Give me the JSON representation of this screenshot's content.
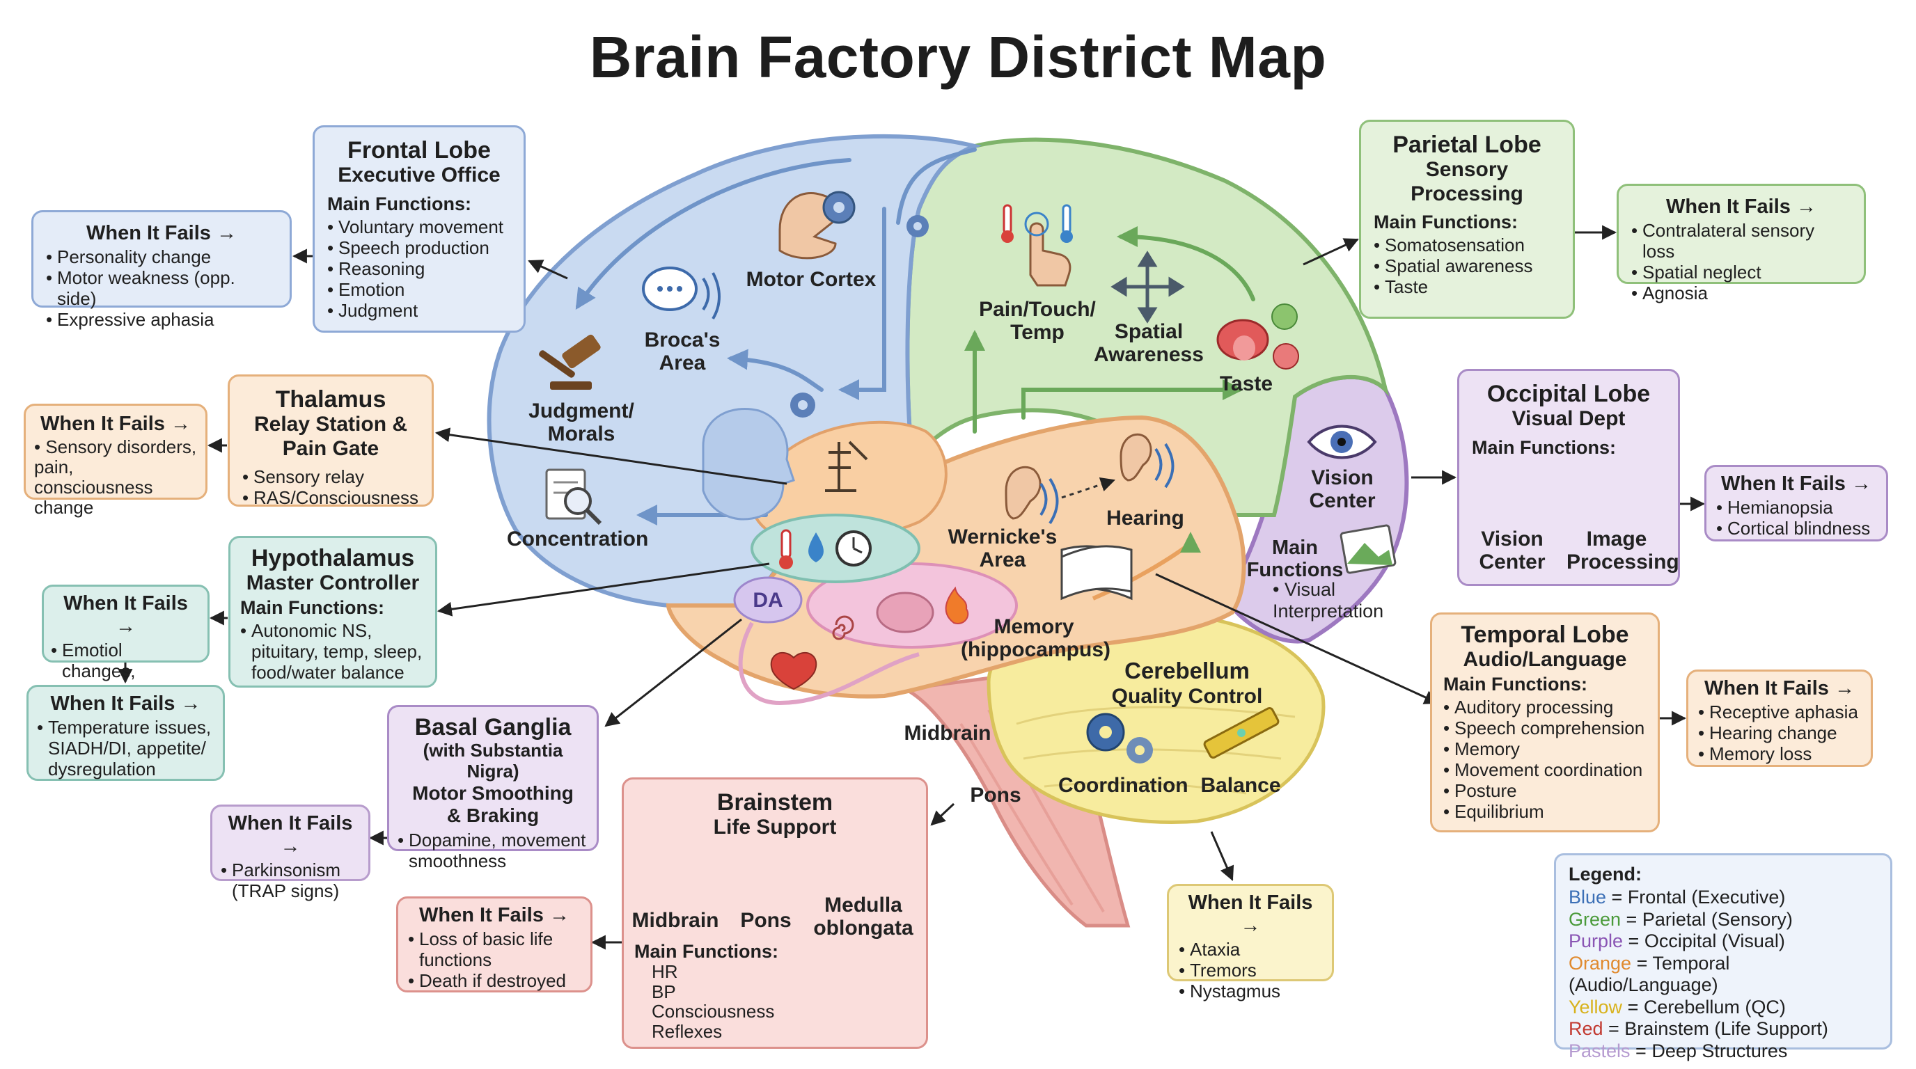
{
  "title": "Brain Factory District Map",
  "colors": {
    "frontal": "#c9daf1",
    "parietal": "#d3eac4",
    "occipital": "#dccbeb",
    "temporal": "#f8d3ad",
    "cerebellum": "#f7ec9e",
    "brainstem": "#f1b6b0",
    "thalamus": "#f9cfa3",
    "hypothalamus": "#bfe3dc",
    "limbic": "#f3c4dc"
  },
  "frontal": {
    "title": "Frontal Lobe",
    "subtitle": "Executive Office",
    "mf": "Main Functions:",
    "items": [
      "Voluntary movement",
      "Speech production",
      "Reasoning",
      "Emotion",
      "Judgment"
    ]
  },
  "frontal_fail": {
    "title": "When It Fails →",
    "items": [
      "Personality change",
      "Motor weakness (opp. side)",
      "Expressive aphasia"
    ]
  },
  "thalamus": {
    "title": "Thalamus",
    "subtitle": "Relay Station & Pain Gate",
    "items": [
      "Sensory relay",
      "RAS/Consciousness"
    ]
  },
  "thalamus_fail": {
    "title": "When It Fails →",
    "items": [
      "Sensory disorders, pain, consciousness change"
    ]
  },
  "hypothalamus": {
    "title": "Hypothalamus",
    "subtitle": "Master Controller",
    "mf": "Main Functions:",
    "items": [
      "Autonomic NS, pituitary, temp, sleep, food/water balance"
    ]
  },
  "hypo_fail1": {
    "title": "When It Fails →",
    "items": [
      "Emotiol changes, memory loss"
    ]
  },
  "hypo_fail2": {
    "title": "When It Fails →",
    "items": [
      "Temperature issues, SIADH/DI, appetite/ dysregulation"
    ]
  },
  "basal": {
    "title": "Basal Ganglia",
    "line1": "(with Substantia Nigra)",
    "line2": "Motor Smoothing",
    "line3": "& Braking",
    "items": [
      "Dopamine, movement smoothness"
    ]
  },
  "basal_fail": {
    "title": "When It Fails →",
    "items": [
      "Parkinsonism (TRAP signs)"
    ]
  },
  "brainstem": {
    "title": "Brainstem",
    "subtitle": "Life Support",
    "icon_labels": [
      "Midbrain",
      "Pons",
      "Medulla oblongata"
    ],
    "mf": "Main Functions:",
    "items": [
      "HR",
      "BP",
      "Consciousness",
      "Reflexes"
    ]
  },
  "brainstem_fail": {
    "title": "When It Fails →",
    "items": [
      "Loss of basic life functions",
      "Death if destroyed"
    ]
  },
  "parietal": {
    "title": "Parietal Lobe",
    "subtitle": "Sensory Processing",
    "mf": "Main Functions:",
    "items": [
      "Somatosensation",
      "Spatial awareness",
      "Taste"
    ]
  },
  "parietal_fail": {
    "title": "When It Fails →",
    "items": [
      "Contralateral sensory loss",
      "Spatial neglect",
      "Agnosia"
    ]
  },
  "occipital": {
    "title": "Occipital Lobe",
    "subtitle": "Visual Dept",
    "mf": "Main Functions:",
    "icon_labels": [
      "Vision Center",
      "Image Processing"
    ]
  },
  "occipital_fail": {
    "title": "When It Fails →",
    "items": [
      "Hemianopsia",
      "Cortical blindness"
    ]
  },
  "temporal": {
    "title": "Temporal Lobe",
    "subtitle": "Audio/Language",
    "mf": "Main Functions:",
    "items": [
      "Auditory processing",
      "Speech comprehension",
      "Memory",
      "Movement coordination",
      "Posture",
      "Equilibrium"
    ]
  },
  "temporal_fail": {
    "title": "When It Fails →",
    "items": [
      "Receptive aphasia",
      "Hearing change",
      "Memory loss"
    ]
  },
  "cerebellum_fail": {
    "title": "When It Fails →",
    "items": [
      "Ataxia",
      "Tremors",
      "Nystagmus"
    ]
  },
  "map_labels": {
    "motor_cortex": "Motor Cortex",
    "brocas": "Broca's Area",
    "judgment": "Judgment/ Morals",
    "concentration": "Concentration",
    "pain_touch": "Pain/Touch/ Temp",
    "spatial": "Spatial Awareness",
    "taste": "Taste",
    "vision_center": "Vision Center",
    "occ_mf": "Main Functions",
    "occ_item": "Visual Interpretation",
    "wernickes": "Wernicke's Area",
    "hearing": "Hearing",
    "memory": "Memory (hippocampus)",
    "cerebellum": "Cerebellum",
    "cerebellum_sub": "Quality Control",
    "coordination": "Coordination",
    "balance": "Balance",
    "midbrain": "Midbrain",
    "pons": "Pons",
    "da": "DA"
  },
  "legend": {
    "title": "Legend:",
    "items": [
      {
        "color_word": "Blue",
        "color": "#3b6fb6",
        "text": " = Frontal (Executive)"
      },
      {
        "color_word": "Green",
        "color": "#4a9a3a",
        "text": " = Parietal (Sensory)"
      },
      {
        "color_word": "Purple",
        "color": "#8a55b4",
        "text": " = Occipital (Visual)"
      },
      {
        "color_word": "Orange",
        "color": "#e08a2e",
        "text": " = Temporal (Audio/Language)"
      },
      {
        "color_word": "Yellow",
        "color": "#d8b21c",
        "text": " = Cerebellum (QC)"
      },
      {
        "color_word": "Red",
        "color": "#c23a31",
        "text": " = Brainstem (Life Support)"
      },
      {
        "color_word": "Pastels",
        "color": "#b59ad0",
        "text": " = Deep Structures"
      }
    ]
  }
}
